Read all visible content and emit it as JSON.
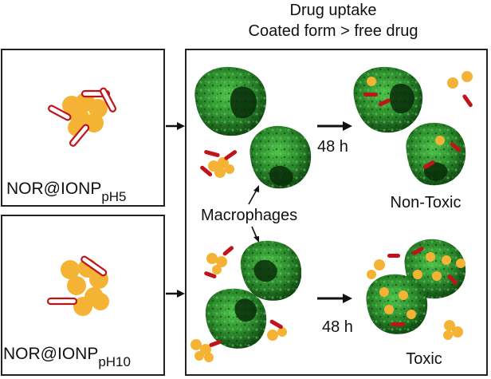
{
  "header": {
    "line1": "Drug uptake",
    "line2": "Coated form > free drug"
  },
  "panels": {
    "ph5": {
      "label_main": "NOR@IONP",
      "label_sub": "pH5"
    },
    "ph10": {
      "label_main": "NOR@IONP",
      "label_sub": "pH10"
    }
  },
  "main": {
    "time_top": "48 h",
    "time_bottom": "48 h",
    "macrophages_label": "Macrophages",
    "outcome_top": "Non-Toxic",
    "outcome_bottom": "Toxic"
  },
  "colors": {
    "particle": "#f5b335",
    "drug_rod": "#c0141b",
    "cell_dark": "#0f4a10",
    "cell_light": "#39a83a"
  }
}
